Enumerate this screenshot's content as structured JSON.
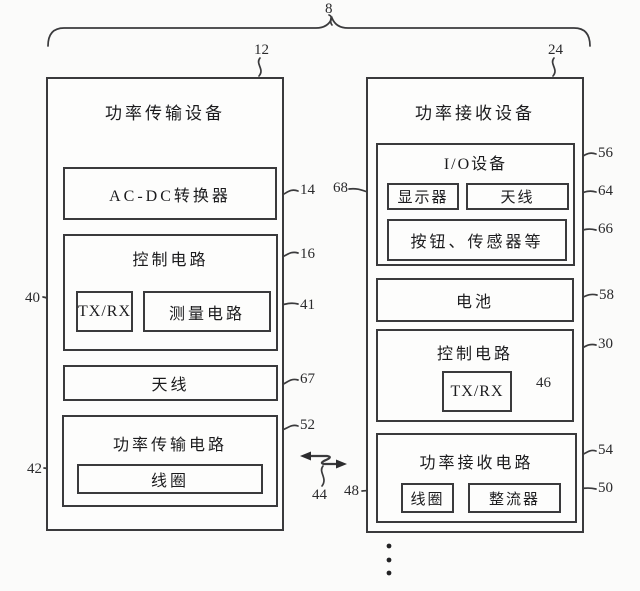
{
  "figure_title": "wireless-power-system-block-diagram",
  "refs": {
    "system": "8",
    "tx_device": "12",
    "rx_device": "24",
    "acdc": "14",
    "tx_control": "16",
    "tx_txrx": "40",
    "measure": "41",
    "tx_antenna": "67",
    "power_tx_circuit": "52",
    "tx_coil": "42",
    "wireless_link": "44",
    "io": "56",
    "display": "68",
    "rx_antenna": "64",
    "buttons": "66",
    "battery": "58",
    "rx_control": "30",
    "rx_txrx": "46",
    "power_rx_circuit": "54",
    "rx_coil": "48",
    "rectifier": "50"
  },
  "tx": {
    "title": "功率传输设备",
    "acdc_label": "AC-DC转换器",
    "control_label": "控制电路",
    "txrx_label": "TX/RX",
    "measure_label": "测量电路",
    "antenna_label": "天线",
    "power_circuit_label": "功率传输电路",
    "coil_label": "线圈"
  },
  "rx": {
    "title": "功率接收设备",
    "io_label": "I/O设备",
    "display_label": "显示器",
    "antenna_label": "天线",
    "buttons_label": "按钮、传感器等",
    "battery_label": "电池",
    "control_label": "控制电路",
    "txrx_label": "TX/RX",
    "power_circuit_label": "功率接收电路",
    "coil_label": "线圈",
    "rectifier_label": "整流器"
  },
  "colors": {
    "line": "#3a3a3c",
    "background": "#fbfbfa",
    "text": "#1b1b1d"
  }
}
